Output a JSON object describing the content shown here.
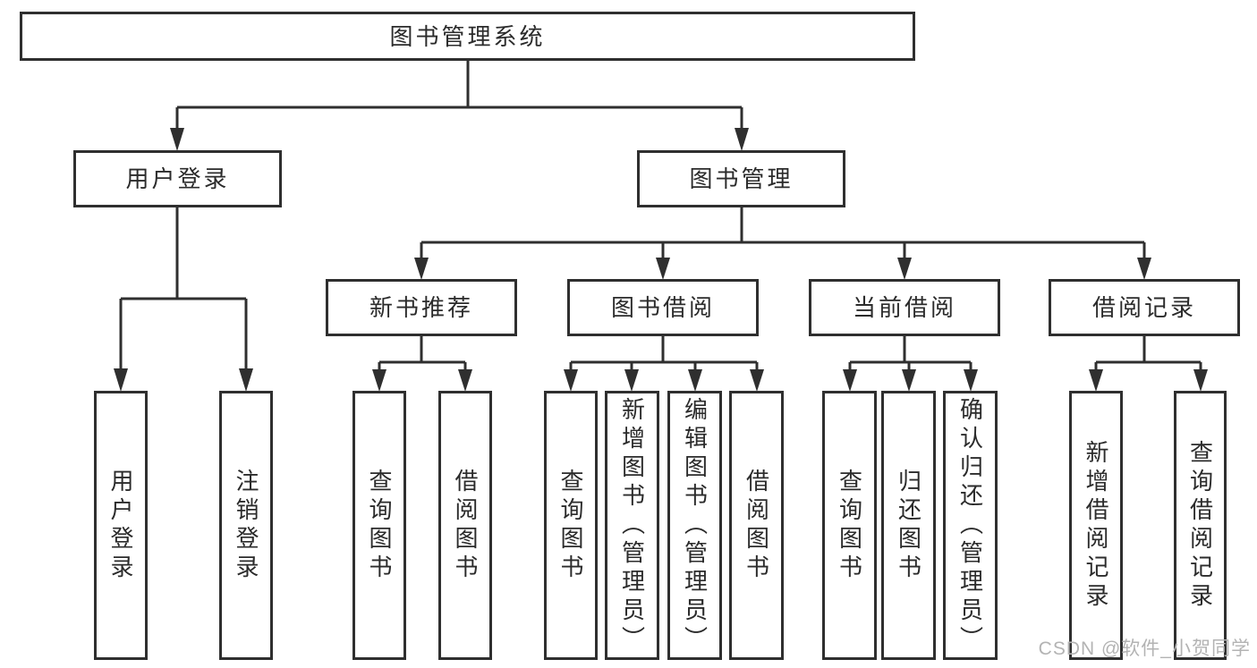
{
  "nodes": {
    "root": "图书管理系统",
    "level2": [
      "用户登录",
      "图书管理"
    ],
    "level3": [
      "新书推荐",
      "图书借阅",
      "当前借阅",
      "借阅记录"
    ],
    "leaves": [
      "用户登录",
      "注销登录",
      "查询图书",
      "借阅图书",
      "查询图书",
      "新增图书（管理员）",
      "编辑图书（管理员）",
      "借阅图书",
      "查询图书",
      "归还图书",
      "确认归还（管理员）",
      "新增借阅记录",
      "查询借阅记录"
    ]
  },
  "hierarchy": {
    "图书管理系统": [
      "用户登录",
      "图书管理"
    ],
    "用户登录": [
      "用户登录",
      "注销登录"
    ],
    "图书管理": [
      "新书推荐",
      "图书借阅",
      "当前借阅",
      "借阅记录"
    ],
    "新书推荐": [
      "查询图书",
      "借阅图书"
    ],
    "图书借阅": [
      "查询图书",
      "新增图书（管理员）",
      "编辑图书（管理员）",
      "借阅图书"
    ],
    "当前借阅": [
      "查询图书",
      "归还图书",
      "确认归还（管理员）"
    ],
    "借阅记录": [
      "新增借阅记录",
      "查询借阅记录"
    ]
  },
  "watermark": "CSDN @软件_小贺同学",
  "colors": {
    "line": "#2f2f2f",
    "text": "#2b2b2b",
    "box_fill": "#ffffff",
    "background": "#ffffff",
    "watermark": "#b3b3b3"
  }
}
